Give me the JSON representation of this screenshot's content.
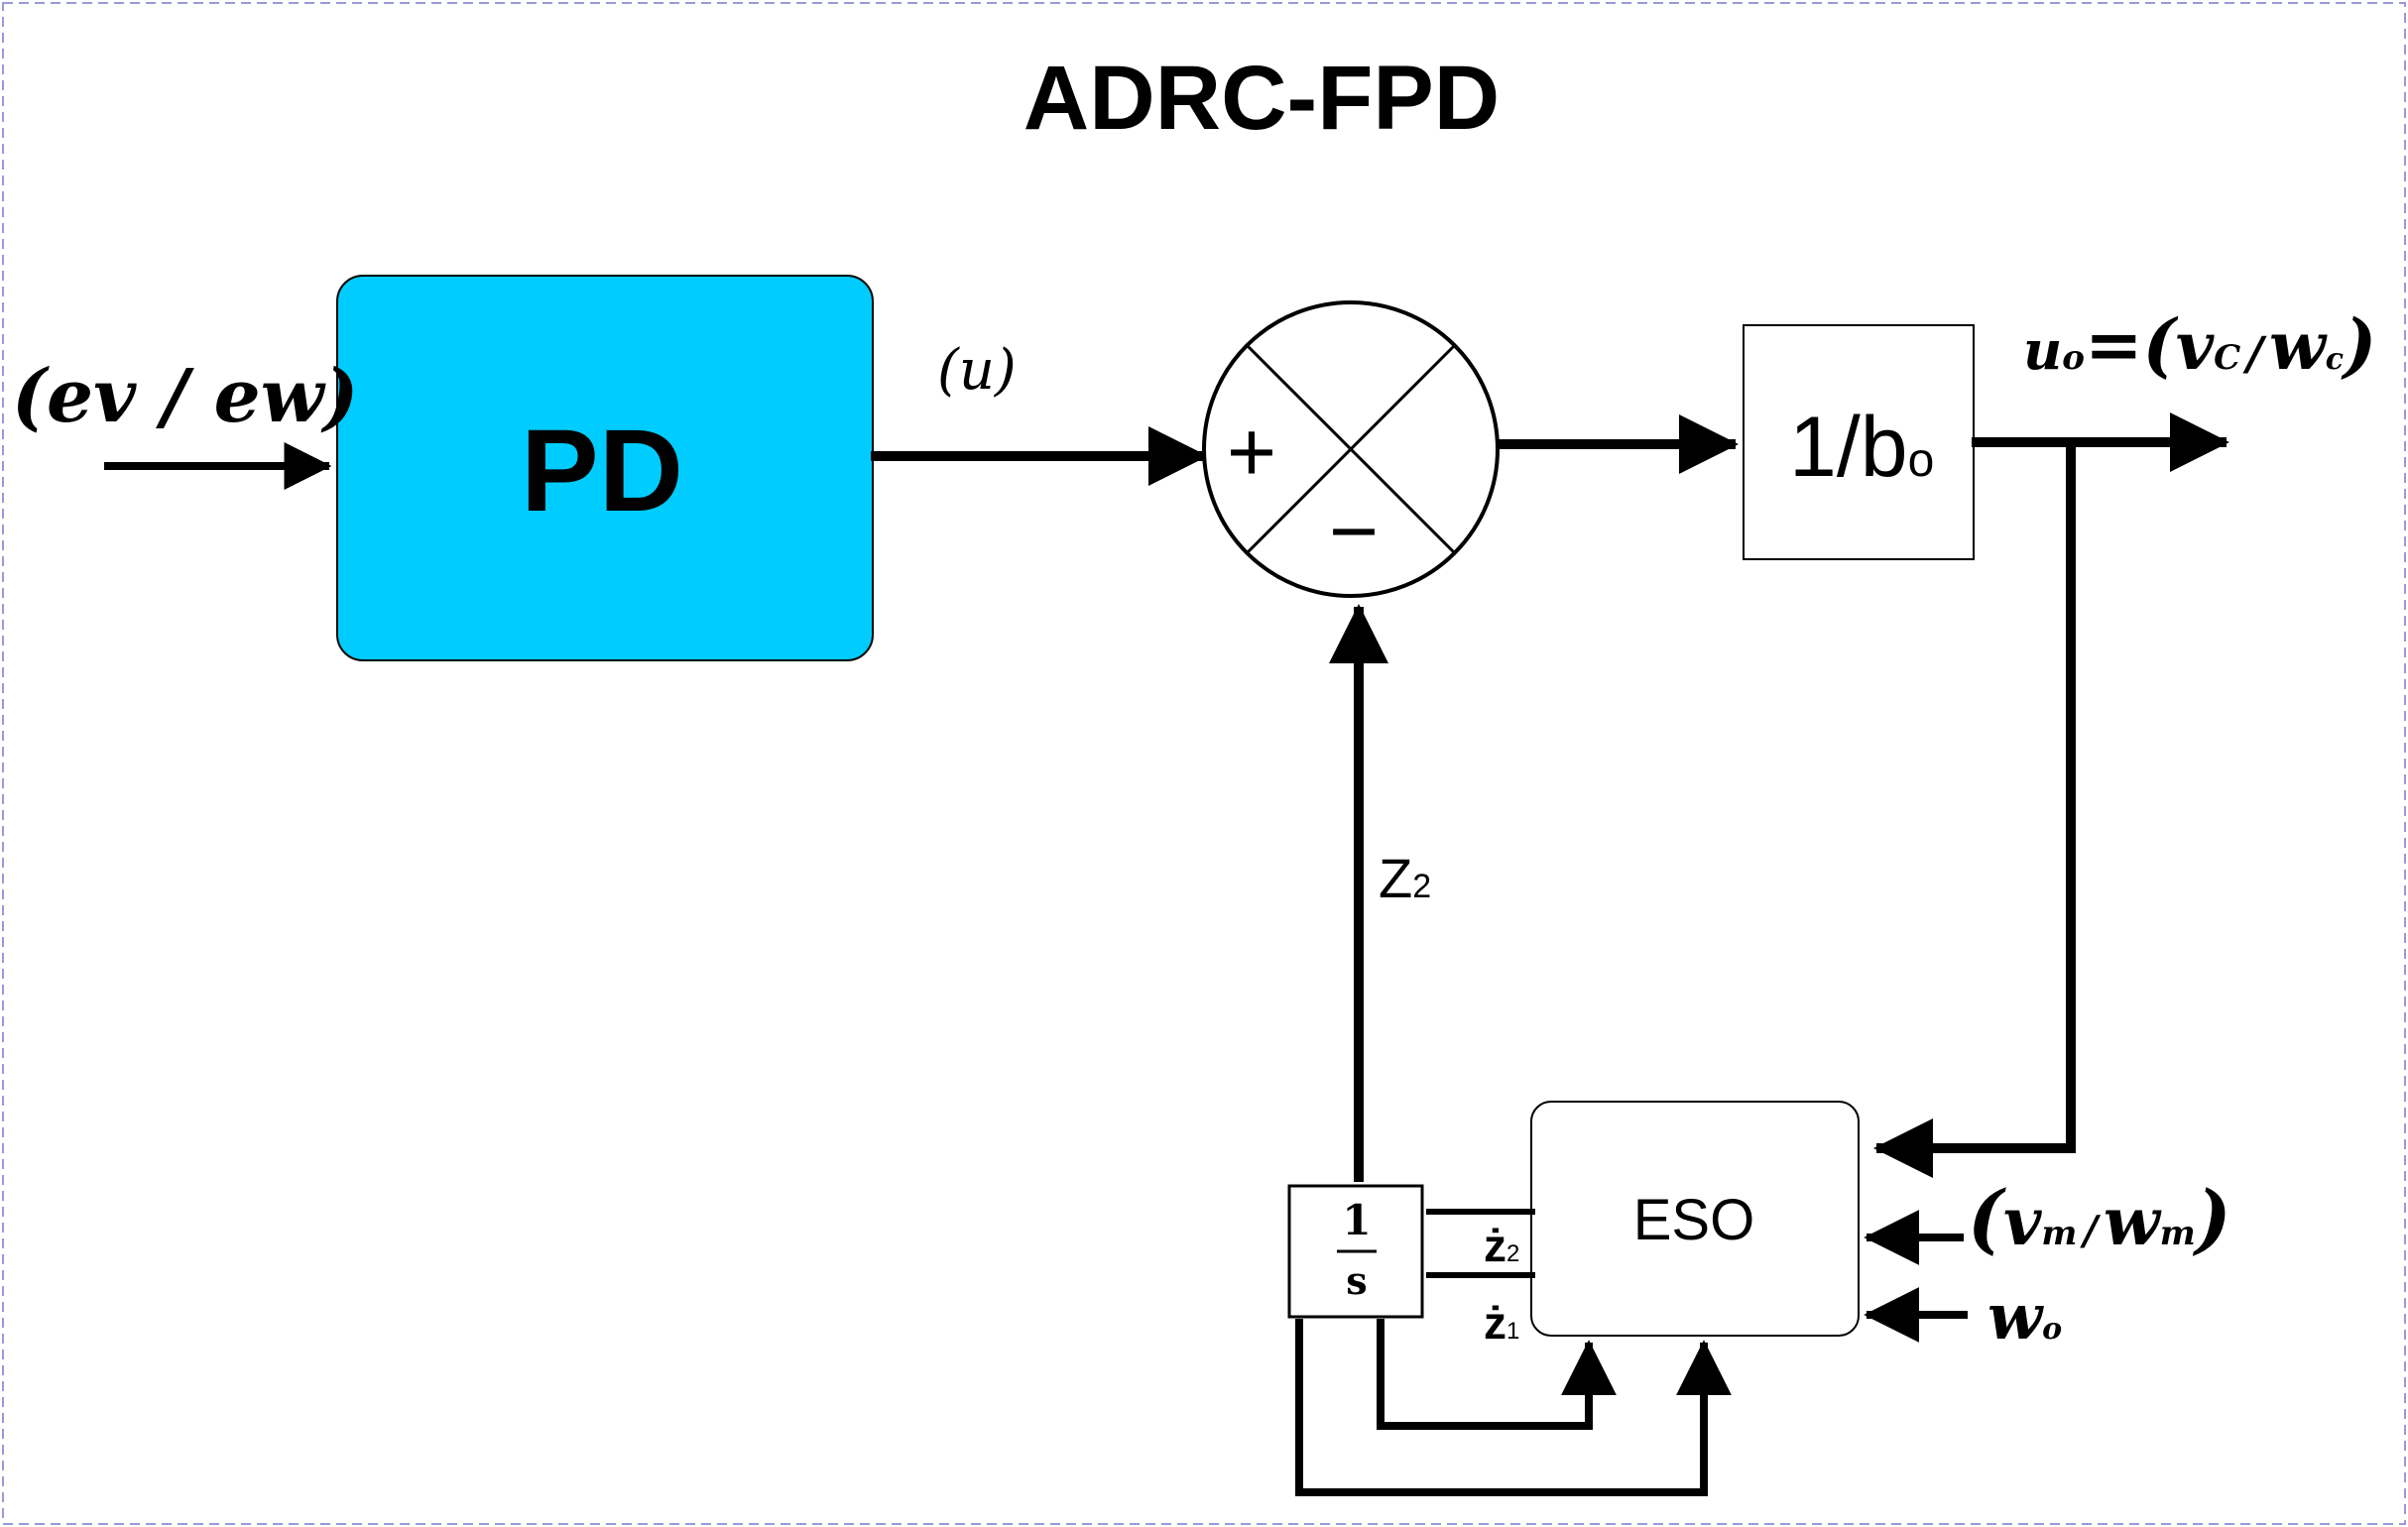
{
  "title": "ADRC-FPD",
  "colors": {
    "pd_fill": "#00CCFF",
    "frame_dash": "#9999DD",
    "ink": "#000000",
    "block_fill": "#FFFFFF"
  },
  "blocks": {
    "pd": "PD",
    "gain": "1/b",
    "gain_subscript": "o",
    "eso": "ESO",
    "integrator_top": "1",
    "integrator_bottom": "s"
  },
  "summing_junction": {
    "plus": "+",
    "minus": "−"
  },
  "signals": {
    "reference_input": "(ev / ew)",
    "control_signal": "(u)",
    "output": {
      "main": "u",
      "main_sub": "o",
      "equals": "=(",
      "v": "v",
      "v_sub": "C",
      "slash": "/",
      "w": "w",
      "w_sub": "c",
      "close": ")"
    },
    "measured_input": {
      "open": "(",
      "v": "v",
      "v_sub": "m",
      "slash": "/",
      "w": "w",
      "w_sub": "m",
      "close": ")"
    },
    "observer_bandwidth": {
      "w": "w",
      "w_sub": "o"
    },
    "z2": {
      "main": "Z",
      "sub": "2"
    },
    "z2_dot": {
      "main": "ż",
      "sub": "2"
    },
    "z1_dot": {
      "main": "ż",
      "sub": "1"
    }
  }
}
